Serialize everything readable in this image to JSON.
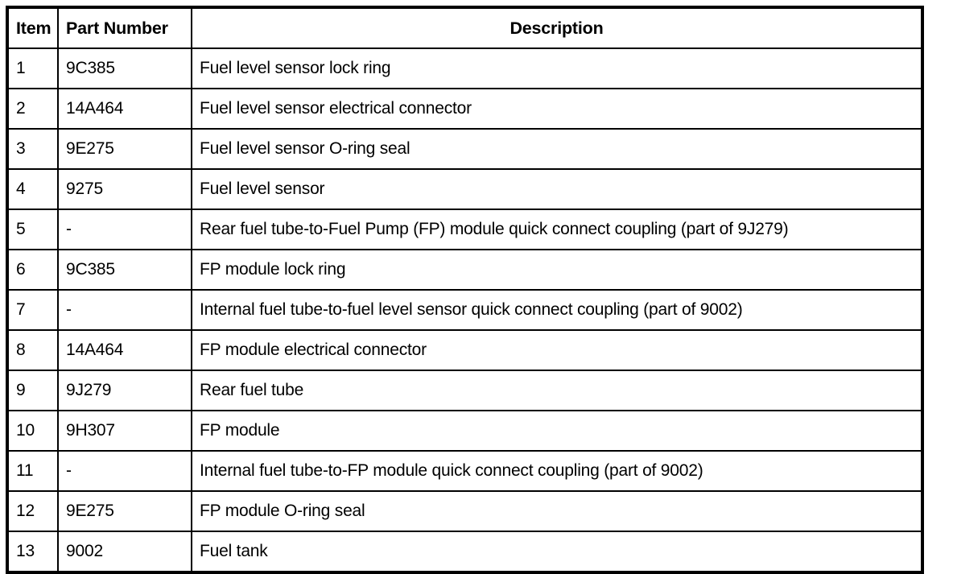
{
  "table": {
    "columns": [
      {
        "key": "item",
        "label": "Item",
        "align": "left"
      },
      {
        "key": "part_number",
        "label": "Part Number",
        "align": "left"
      },
      {
        "key": "description",
        "label": "Description",
        "align": "center"
      }
    ],
    "rows": [
      {
        "item": "1",
        "part_number": "9C385",
        "description": "Fuel level sensor lock ring"
      },
      {
        "item": "2",
        "part_number": "14A464",
        "description": "Fuel level sensor electrical connector"
      },
      {
        "item": "3",
        "part_number": "9E275",
        "description": "Fuel level sensor O-ring seal"
      },
      {
        "item": "4",
        "part_number": "9275",
        "description": "Fuel level sensor"
      },
      {
        "item": "5",
        "part_number": "-",
        "description": "Rear fuel tube-to-Fuel Pump (FP) module quick connect coupling (part of 9J279)"
      },
      {
        "item": "6",
        "part_number": "9C385",
        "description": "FP module lock ring"
      },
      {
        "item": "7",
        "part_number": "-",
        "description": "Internal fuel tube-to-fuel level sensor quick connect coupling (part of 9002)"
      },
      {
        "item": "8",
        "part_number": "14A464",
        "description": "FP module electrical connector"
      },
      {
        "item": "9",
        "part_number": "9J279",
        "description": "Rear fuel tube"
      },
      {
        "item": "10",
        "part_number": "9H307",
        "description": "FP module"
      },
      {
        "item": "11",
        "part_number": "-",
        "description": "Internal fuel tube-to-FP module quick connect coupling (part of 9002)"
      },
      {
        "item": "12",
        "part_number": "9E275",
        "description": "FP module O-ring seal"
      },
      {
        "item": "13",
        "part_number": "9002",
        "description": "Fuel tank"
      }
    ]
  },
  "colors": {
    "border": "#000000",
    "text": "#000000",
    "background": "#ffffff"
  }
}
